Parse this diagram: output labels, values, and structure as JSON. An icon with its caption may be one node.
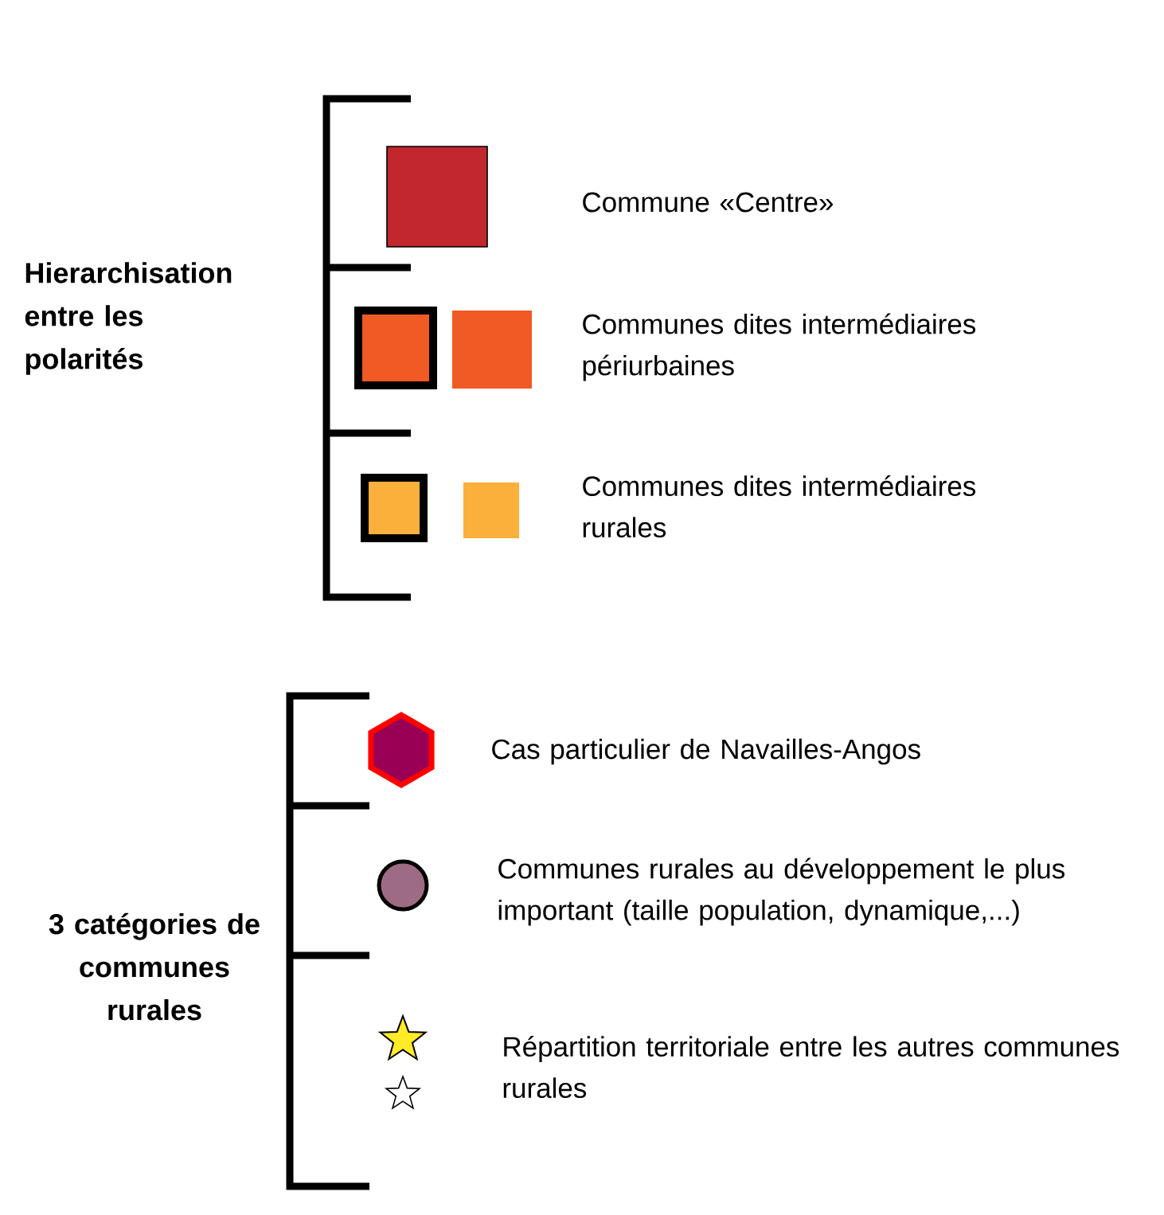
{
  "diagram": {
    "labels": [
      "Hierarchisation entre les polarités",
      "3 catégories de communes rurales"
    ],
    "legend": [
      {
        "text": "Commune «Centre»",
        "color": "#c1272d"
      },
      {
        "text": "Communes dites intermédiaires périurbaines",
        "color": "#f15a24"
      },
      {
        "text": "Communes dites intermédiaires rurales",
        "color": "#fbb03b"
      },
      {
        "text": "Cas particulier de Navailles-Angos"
      },
      {
        "text": "Communes rurales au développement le plus important (taille population, dynamique,...)"
      },
      {
        "text": "Répartition territoriale entre les autres communes rurales"
      }
    ]
  }
}
